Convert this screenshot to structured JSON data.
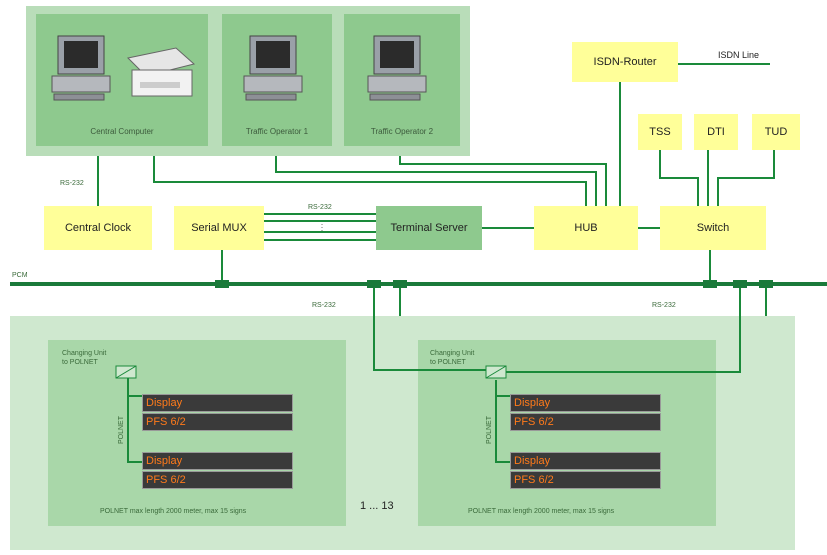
{
  "stations": [
    {
      "label": "Central Computer",
      "icon": "workstation-with-printer-icon"
    },
    {
      "label": "Traffic Operator 1",
      "icon": "workstation-icon"
    },
    {
      "label": "Traffic Operator 2",
      "icon": "workstation-icon"
    }
  ],
  "boxes": {
    "isdn_router": "ISDN-Router",
    "tss": "TSS",
    "dti": "DTI",
    "tud": "TUD",
    "central_clock": "Central Clock",
    "serial_mux": "Serial MUX",
    "terminal_server": "Terminal Server",
    "hub": "HUB",
    "switch": "Switch"
  },
  "labels": {
    "isdn_line": "ISDN Line",
    "rs232_clock": "RS-232",
    "rs232_mux": "RS-232",
    "pcm": "PCM",
    "rs232_left": "RS-232",
    "rs232_right": "RS-232",
    "range": "1 ... 13"
  },
  "sign_groups": [
    {
      "changing_unit_line1": "Changing Unit",
      "changing_unit_line2": "to POLNET",
      "polnet": "POLNET",
      "signs": [
        {
          "top": "Display",
          "bottom": "PFS 6/2"
        },
        {
          "top": "Display",
          "bottom": "PFS 6/2"
        }
      ],
      "caption": "POLNET max length 2000 meter, max 15 signs"
    },
    {
      "changing_unit_line1": "Changing Unit",
      "changing_unit_line2": "to POLNET",
      "polnet": "POLNET",
      "signs": [
        {
          "top": "Display",
          "bottom": "PFS 6/2"
        },
        {
          "top": "Display",
          "bottom": "PFS 6/2"
        }
      ],
      "caption": "POLNET max length 2000 meter, max 15 signs"
    }
  ],
  "colors": {
    "line": "#1a8a3a",
    "yellow_box": "#ffff99",
    "panel": "#cfe8cf",
    "display_text": "#ff7a1a"
  }
}
